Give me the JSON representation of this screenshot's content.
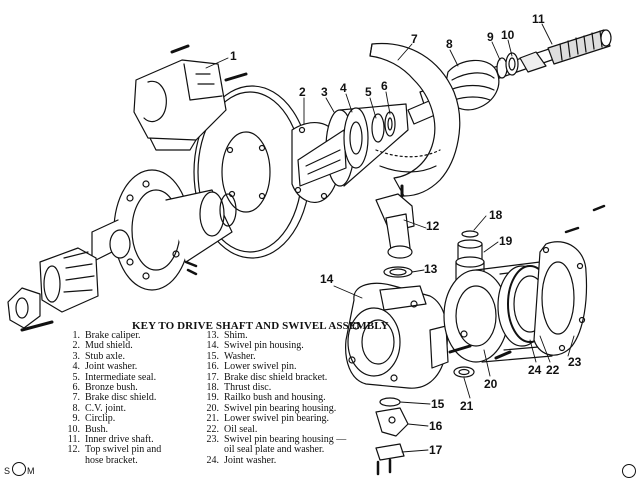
{
  "callouts": [
    {
      "id": "1",
      "label": "1"
    },
    {
      "id": "2",
      "label": "2"
    },
    {
      "id": "3",
      "label": "3"
    },
    {
      "id": "4",
      "label": "4"
    },
    {
      "id": "5",
      "label": "5"
    },
    {
      "id": "6",
      "label": "6"
    },
    {
      "id": "7",
      "label": "7"
    },
    {
      "id": "8",
      "label": "8"
    },
    {
      "id": "9",
      "label": "9"
    },
    {
      "id": "10",
      "label": "10"
    },
    {
      "id": "11",
      "label": "11"
    },
    {
      "id": "12",
      "label": "12"
    },
    {
      "id": "13",
      "label": "13"
    },
    {
      "id": "14",
      "label": "14"
    },
    {
      "id": "15",
      "label": "15"
    },
    {
      "id": "16",
      "label": "16"
    },
    {
      "id": "17",
      "label": "17"
    },
    {
      "id": "18",
      "label": "18"
    },
    {
      "id": "19",
      "label": "19"
    },
    {
      "id": "20",
      "label": "20"
    },
    {
      "id": "21",
      "label": "21"
    },
    {
      "id": "22",
      "label": "22"
    },
    {
      "id": "23",
      "label": "23"
    },
    {
      "id": "24",
      "label": "24"
    }
  ],
  "key": {
    "title": "KEY TO DRIVE SHAFT AND SWIVEL ASSEMBLY",
    "items_col1": [
      {
        "num": "1.",
        "text": "Brake caliper."
      },
      {
        "num": "2.",
        "text": "Mud shield."
      },
      {
        "num": "3.",
        "text": "Stub axle."
      },
      {
        "num": "4.",
        "text": "Joint washer."
      },
      {
        "num": "5.",
        "text": "Intermediate seal."
      },
      {
        "num": "6.",
        "text": "Bronze bush."
      },
      {
        "num": "7.",
        "text": "Brake disc shield."
      },
      {
        "num": "8.",
        "text": "C.V. joint."
      },
      {
        "num": "9.",
        "text": "Circlip."
      },
      {
        "num": "10.",
        "text": "Bush."
      },
      {
        "num": "11.",
        "text": "Inner drive shaft."
      },
      {
        "num": "12.",
        "text": "Top swivel pin and"
      },
      {
        "num": "",
        "text": "hose bracket."
      }
    ],
    "items_col2": [
      {
        "num": "13.",
        "text": "Shim."
      },
      {
        "num": "14.",
        "text": "Swivel pin housing."
      },
      {
        "num": "15.",
        "text": "Washer."
      },
      {
        "num": "16.",
        "text": "Lower swivel pin."
      },
      {
        "num": "17.",
        "text": "Brake disc shield bracket."
      },
      {
        "num": "18.",
        "text": "Thrust disc."
      },
      {
        "num": "19.",
        "text": "Railko bush and housing."
      },
      {
        "num": "20.",
        "text": "Swivel pin bearing housing."
      },
      {
        "num": "21.",
        "text": "Lower swivel pin bearing."
      },
      {
        "num": "22.",
        "text": "Oil seal."
      },
      {
        "num": "23.",
        "text": "Swivel pin bearing housing —"
      },
      {
        "num": "",
        "text": "oil seal plate and washer."
      },
      {
        "num": "24.",
        "text": "Joint washer."
      }
    ]
  },
  "logo": {
    "left": "S",
    "right": "M"
  }
}
